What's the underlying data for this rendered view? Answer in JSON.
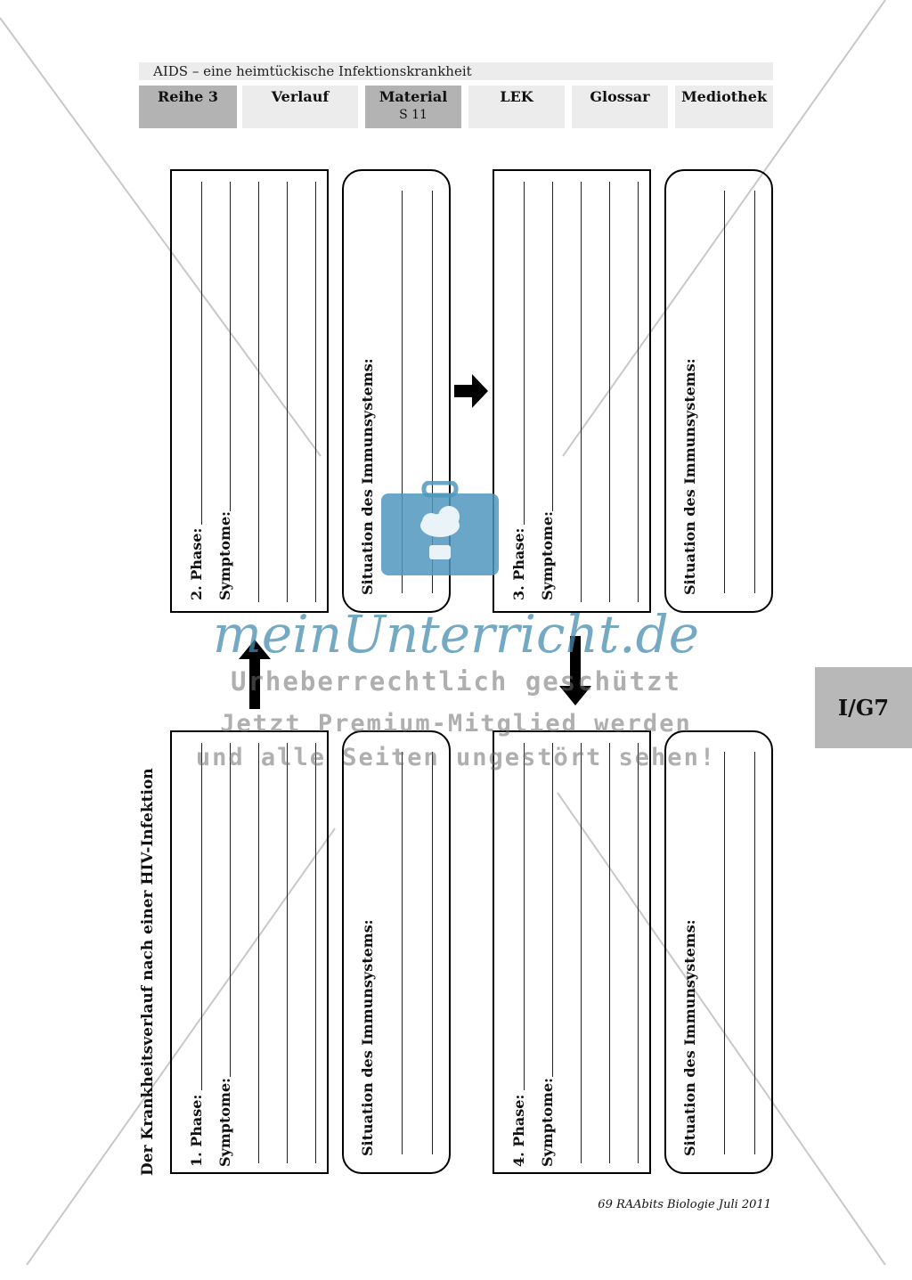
{
  "header": {
    "title": "AIDS – eine heimtückische Infektionskrankheit",
    "nav": [
      {
        "label": "Reihe 3",
        "sub": ""
      },
      {
        "label": "Verlauf",
        "sub": ""
      },
      {
        "label": "Material",
        "sub": "S 11"
      },
      {
        "label": "LEK",
        "sub": ""
      },
      {
        "label": "Glossar",
        "sub": ""
      },
      {
        "label": "Mediothek",
        "sub": ""
      }
    ]
  },
  "page_title": "Der Krankheitsverlauf nach einer HIV-Infektion",
  "phases": [
    {
      "phase": "2. Phase:",
      "symptoms": "Symptome:",
      "immune": "Situation des Immunsystems:"
    },
    {
      "phase": "3. Phase:",
      "symptoms": "Symptome:",
      "immune": "Situation des Immunsystems:"
    },
    {
      "phase": "1. Phase:",
      "symptoms": "Symptome:",
      "immune": "Situation des Immunsystems:"
    },
    {
      "phase": "4. Phase:",
      "symptoms": "Symptome:",
      "immune": "Situation des Immunsystems:"
    }
  ],
  "side_tab": "I/G7",
  "footer": "69 RAAbits Biologie Juli 2011",
  "watermark": {
    "logo": "meinUnterricht.de",
    "line1": "Urheberrechtlich geschützt",
    "line2": "Jetzt Premium-Mitglied werden",
    "line3": "und alle Seiten ungestört sehen!"
  },
  "colors": {
    "watermark_blue": "#4f97bd",
    "nav_dark": "#b3b3b3",
    "nav_light": "#ececec"
  },
  "icons": [
    "arrow-right-icon",
    "arrow-up-icon",
    "arrow-down-icon",
    "briefcase-cloud-icon"
  ]
}
